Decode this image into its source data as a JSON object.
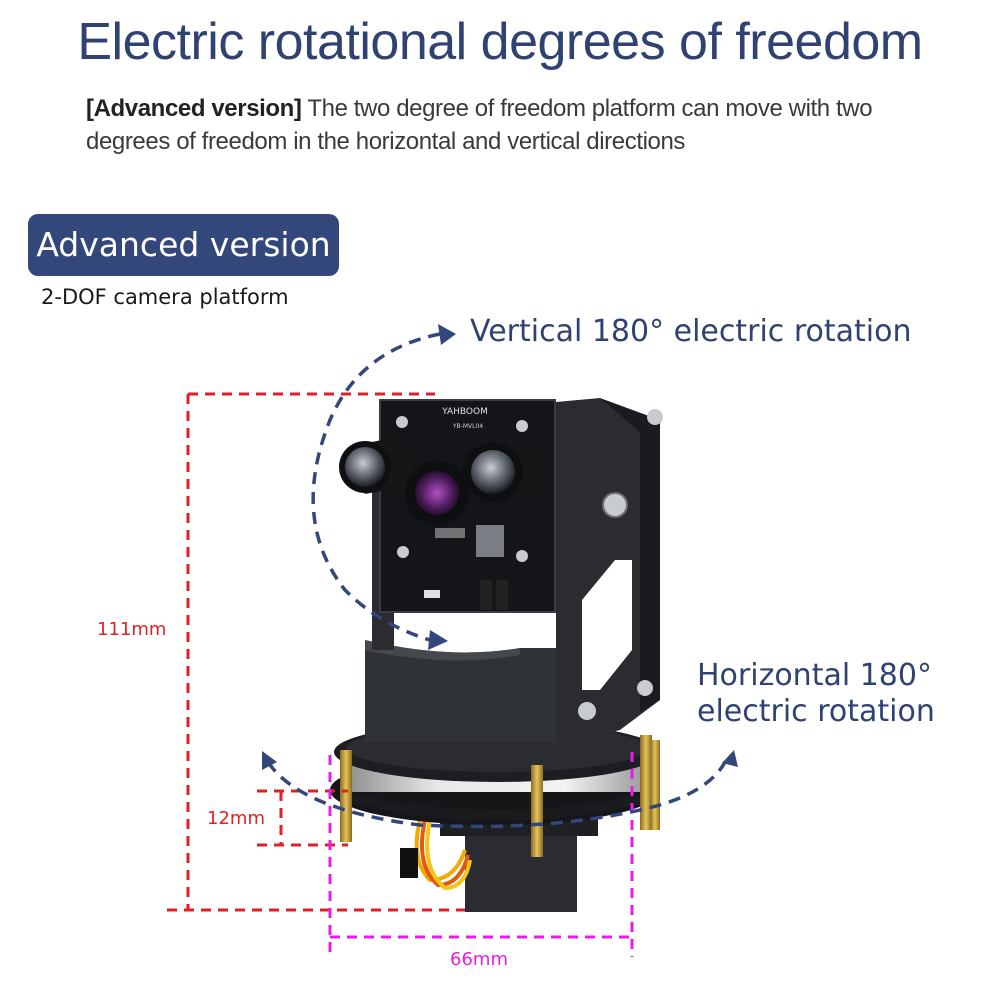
{
  "header": {
    "title": "Electric rotational degrees of freedom",
    "description_bold": "[Advanced version]",
    "description_rest": " The two degree of freedom platform can move with two degrees of freedom in the horizontal and vertical directions"
  },
  "badge": {
    "label": "Advanced version",
    "subtitle": "2-DOF camera platform"
  },
  "annotations": {
    "vertical_rotation": "Vertical 180° electric rotation",
    "horizontal_rotation_line1": "Horizontal 180°",
    "horizontal_rotation_line2": "electric rotation"
  },
  "dimensions": {
    "height": "111mm",
    "standoff": "12mm",
    "width": "66mm"
  },
  "product": {
    "brand": "YAHBOOM",
    "model": "YB-MVL04"
  },
  "colors": {
    "accent_blue": "#33477a",
    "dimension_red": "#e31e24",
    "dimension_magenta": "#ea1bea"
  }
}
